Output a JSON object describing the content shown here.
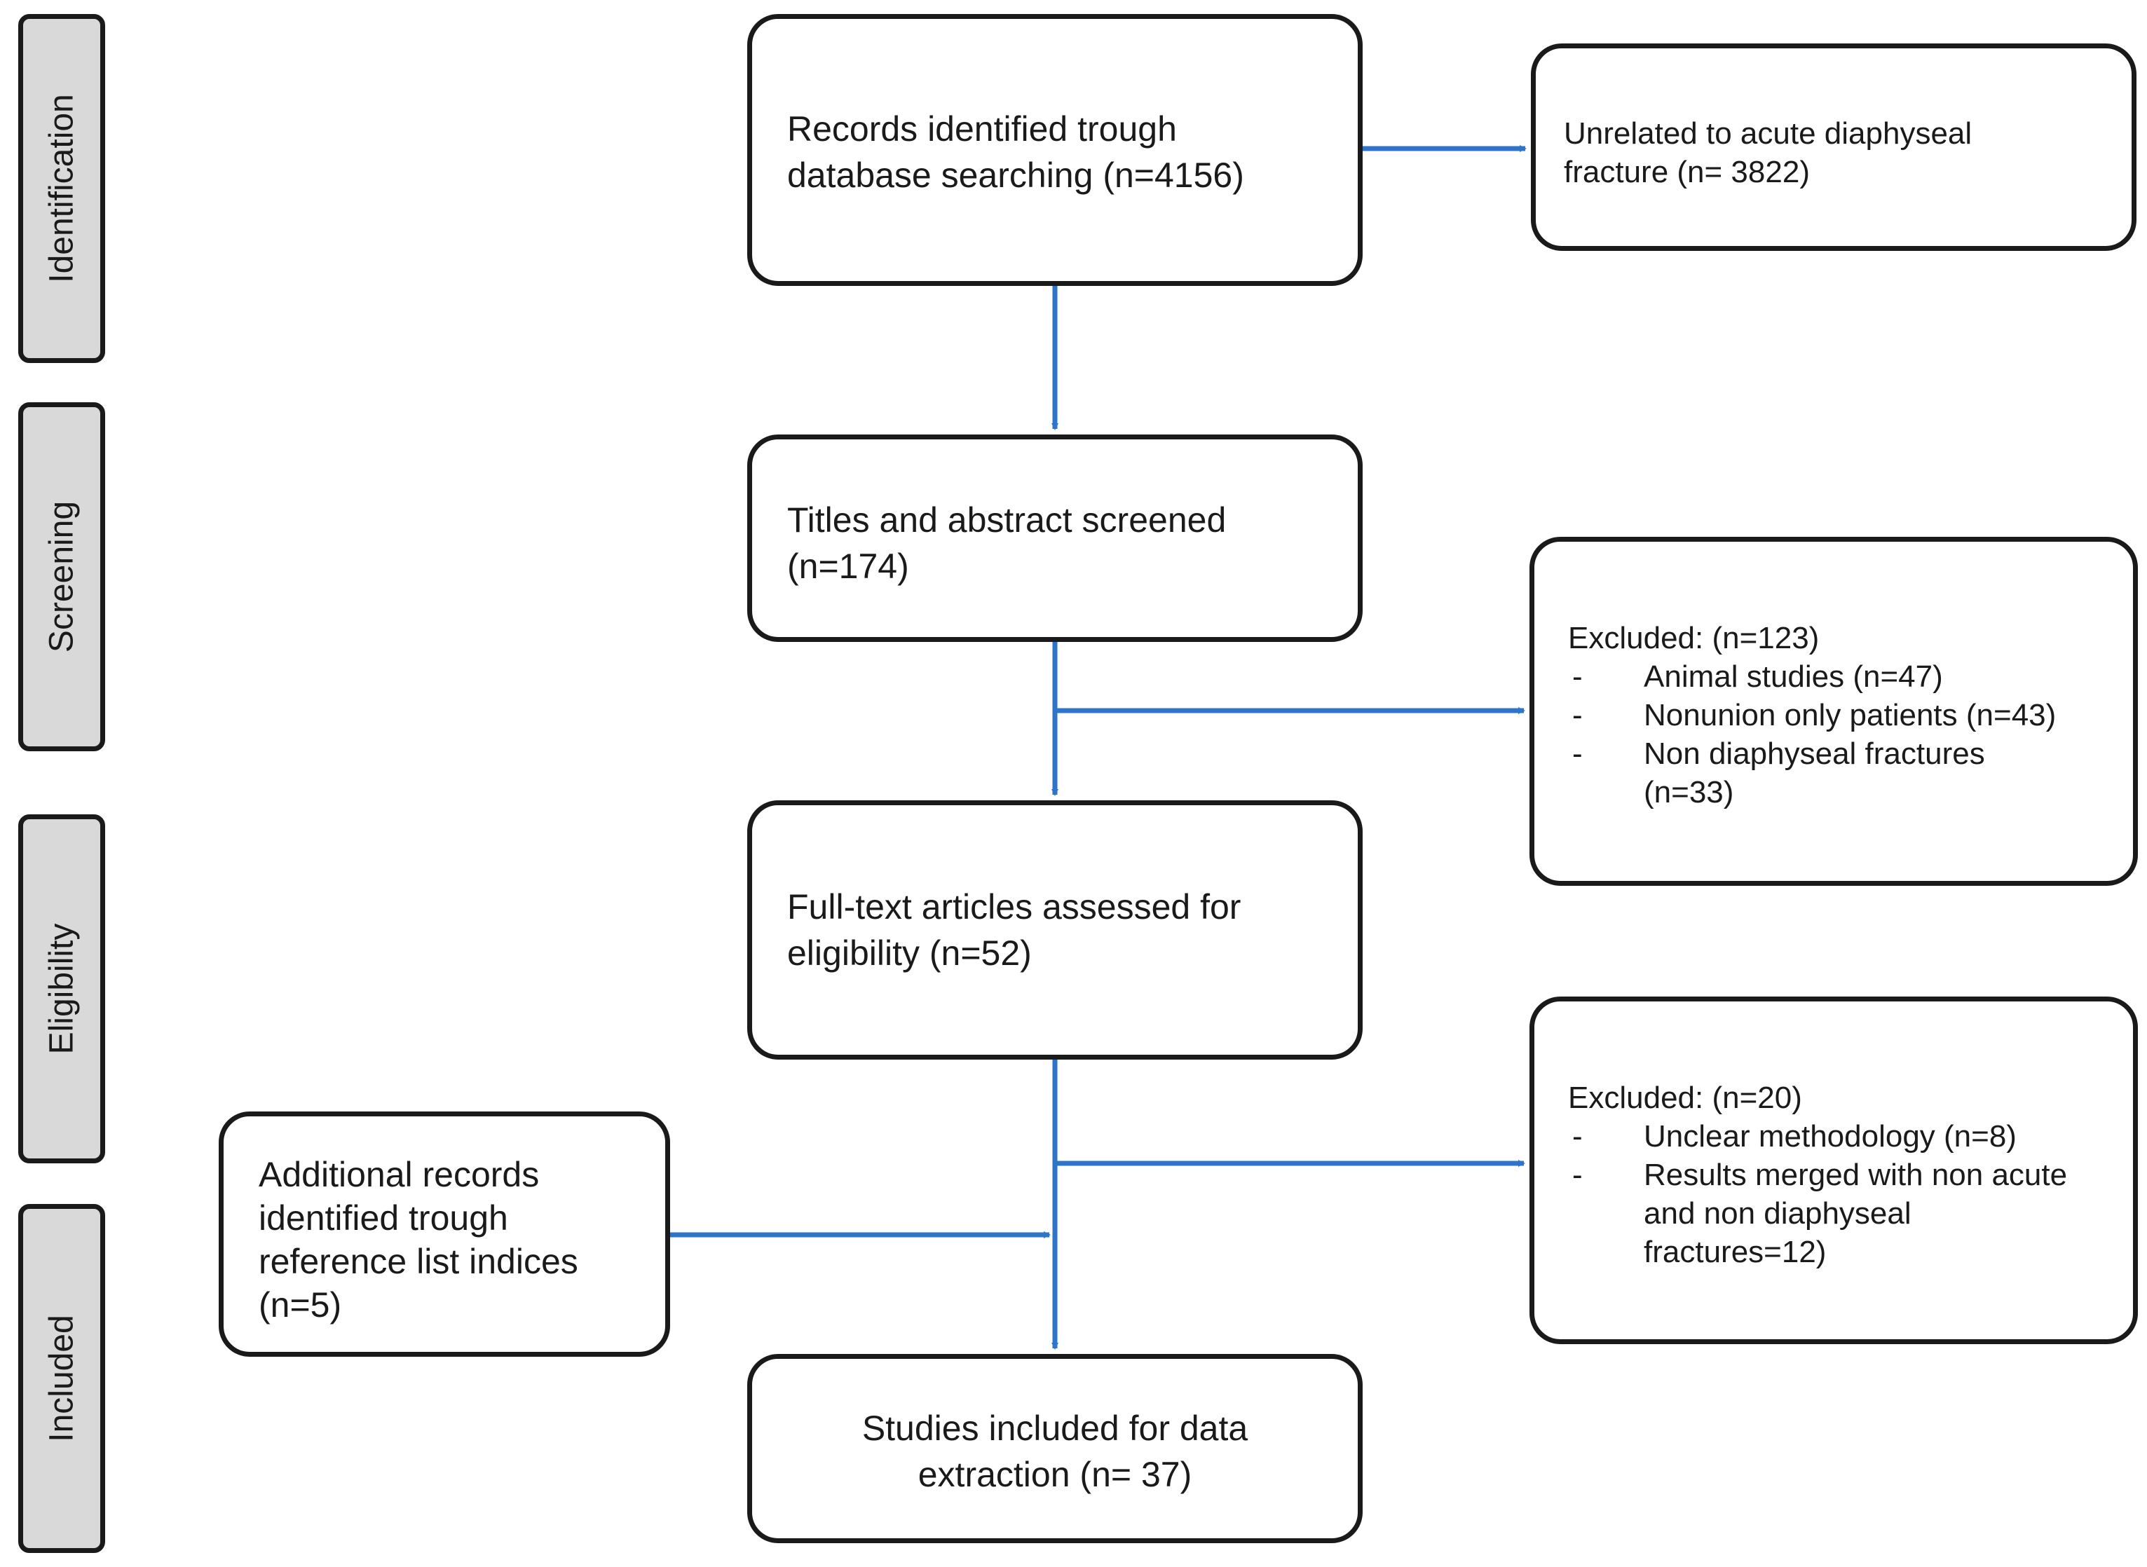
{
  "phases": {
    "identification": "Identification",
    "screening": "Screening",
    "eligibility": "Eligibility",
    "included": "Included"
  },
  "boxes": {
    "records": [
      "Records identified trough",
      "database searching (n=4156)"
    ],
    "unrelated": [
      "Unrelated to acute diaphyseal",
      "fracture (n= 3822)"
    ],
    "screened": [
      "Titles and abstract screened",
      "(n=174)"
    ],
    "excluded1": {
      "header": "Excluded: (n=123)",
      "items": [
        "Animal studies (n=47)",
        "Nonunion only patients (n=43)",
        "Non diaphyseal fractures",
        "(n=33)"
      ]
    },
    "fulltext": [
      "Full-text articles assessed for",
      "eligibility (n=52)"
    ],
    "additional": [
      "Additional records",
      "identified trough",
      "reference list indices",
      "(n=5)"
    ],
    "excluded2": {
      "header": "Excluded: (n=20)",
      "items": [
        "Unclear methodology (n=8)",
        "Results merged with non acute",
        "and non diaphyseal",
        "fractures=12)"
      ]
    },
    "included": [
      "Studies included for data",
      "extraction (n= 37)"
    ]
  },
  "bullet": "-",
  "colors": {
    "arrow": "#2e74c9",
    "border": "#1a1a1a",
    "phase_fill": "#d9d9d9"
  }
}
